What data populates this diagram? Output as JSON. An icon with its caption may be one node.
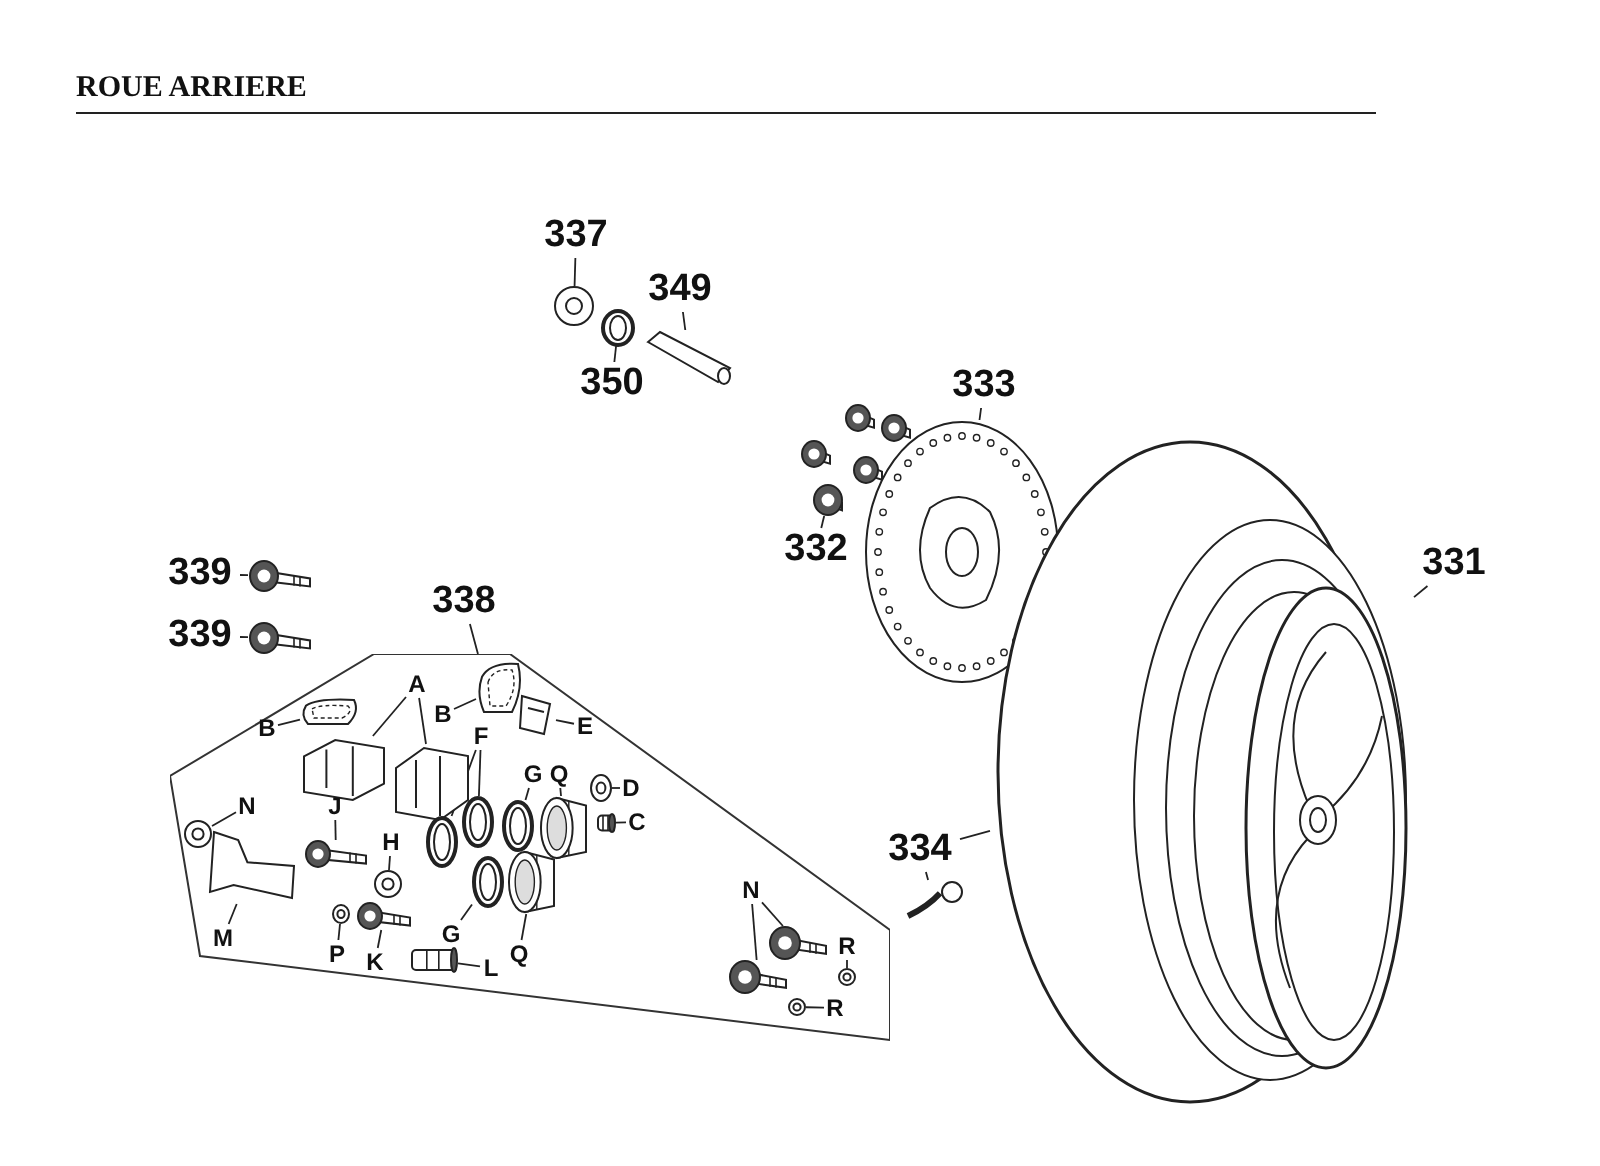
{
  "diagram": {
    "title": "ROUE ARRIERE",
    "nodes": [
      {
        "text": [
          "337"
        ]
      },
      {
        "text": [
          "349"
        ]
      },
      {
        "text": [],
        "shape": "picture"
      },
      {
        "text": [],
        "shape": "picture"
      },
      {
        "text": [],
        "shape": "picture"
      },
      {
        "text": [
          "350"
        ]
      },
      {
        "text": [
          "333"
        ]
      },
      {
        "text": [],
        "shape": "picture"
      },
      {
        "text": [],
        "shape": "picture"
      },
      {
        "text": [
          "332"
        ]
      },
      {
        "text": [
          "331"
        ]
      },
      {
        "text": [],
        "shape": "picture"
      },
      {
        "text": [
          "339"
        ]
      },
      {
        "text": [],
        "shape": "picture"
      },
      {
        "text": [
          "339"
        ]
      },
      {
        "text": [],
        "shape": "picture"
      },
      {
        "text": [
          "338"
        ]
      },
      {
        "text": [],
        "shape": "polygon"
      },
      {
        "text": [
          "A"
        ],
        "in": 17
      },
      {
        "text": [
          "B"
        ],
        "in": 17
      },
      {
        "text": [
          "B"
        ],
        "in": 17
      },
      {
        "text": [],
        "shape": "picture",
        "in": 17
      },
      {
        "text": [],
        "shape": "picture",
        "in": 17
      },
      {
        "text": [],
        "shape": "picture",
        "in": 17
      },
      {
        "text": [],
        "shape": "picture",
        "in": 17
      },
      {
        "text": [
          "E"
        ],
        "in": 17
      },
      {
        "text": [],
        "shape": "picture",
        "in": 17
      },
      {
        "text": [
          "F"
        ],
        "in": 17
      },
      {
        "text": [
          "G"
        ],
        "in": 17
      },
      {
        "text": [
          "Q"
        ],
        "in": 17
      },
      {
        "text": [],
        "shape": "picture",
        "in": 17
      },
      {
        "text": [],
        "shape": "picture",
        "in": 17
      },
      {
        "text": [],
        "shape": "picture",
        "in": 17
      },
      {
        "text": [],
        "shape": "picture",
        "in": 17
      },
      {
        "text": [
          "D"
        ],
        "in": 17
      },
      {
        "text": [],
        "shape": "picture",
        "in": 17
      },
      {
        "text": [
          "C"
        ],
        "in": 17
      },
      {
        "text": [],
        "shape": "picture",
        "in": 17
      },
      {
        "text": [
          "N"
        ],
        "in": 17
      },
      {
        "text": [],
        "shape": "picture",
        "in": 17
      },
      {
        "text": [
          "J"
        ],
        "in": 17
      },
      {
        "text": [],
        "shape": "picture",
        "in": 17
      },
      {
        "text": [
          "H"
        ],
        "in": 17
      },
      {
        "text": [],
        "shape": "picture",
        "in": 17
      },
      {
        "text": [],
        "shape": "picture",
        "in": 17
      },
      {
        "text": [
          "M"
        ],
        "in": 17
      },
      {
        "text": [
          "G"
        ],
        "in": 17
      },
      {
        "text": [],
        "shape": "picture",
        "in": 17
      },
      {
        "text": [
          "Q"
        ],
        "in": 17
      },
      {
        "text": [],
        "shape": "picture",
        "in": 17
      },
      {
        "text": [
          "P"
        ],
        "in": 17
      },
      {
        "text": [],
        "shape": "picture",
        "in": 17
      },
      {
        "text": [
          "K"
        ],
        "in": 17
      },
      {
        "text": [],
        "shape": "picture",
        "in": 17
      },
      {
        "text": [
          "L"
        ],
        "in": 17
      },
      {
        "text": [],
        "shape": "picture",
        "in": 17
      },
      {
        "text": [
          "N"
        ],
        "in": 17
      },
      {
        "text": [],
        "shape": "picture",
        "in": 17
      },
      {
        "text": [],
        "shape": "picture",
        "in": 17
      },
      {
        "text": [
          "R"
        ],
        "in": 17
      },
      {
        "text": [],
        "shape": "picture",
        "in": 17
      },
      {
        "text": [
          "R"
        ],
        "in": 17
      },
      {
        "text": [],
        "shape": "picture",
        "in": 17
      },
      {
        "text": [
          "334"
        ]
      },
      {
        "text": [],
        "shape": "picture"
      }
    ],
    "edges": [
      {
        "from": 0,
        "to": 2,
        "arrow": "none"
      },
      {
        "from": 1,
        "to": 4,
        "arrow": "none"
      },
      {
        "from": 5,
        "to": 3,
        "arrow": "none"
      },
      {
        "from": 6,
        "to": 7,
        "arrow": "none"
      },
      {
        "from": 9,
        "to": 8,
        "arrow": "none"
      },
      {
        "from": 10,
        "to": 11,
        "arrow": "none"
      },
      {
        "from": 12,
        "to": 13,
        "arrow": "none"
      },
      {
        "from": 14,
        "to": 15,
        "arrow": "none"
      },
      {
        "from": 16,
        "to": 17,
        "arrow": "none"
      },
      {
        "from": 18,
        "to": 22,
        "arrow": "none"
      },
      {
        "from": 18,
        "to": 23,
        "arrow": "none"
      },
      {
        "from": 19,
        "to": 24,
        "arrow": "none"
      },
      {
        "from": 20,
        "to": 21,
        "arrow": "none"
      },
      {
        "from": 25,
        "to": 26,
        "arrow": "none"
      },
      {
        "from": 27,
        "to": 30,
        "arrow": "none"
      },
      {
        "from": 27,
        "to": 31,
        "arrow": "none"
      },
      {
        "from": 28,
        "to": 32,
        "arrow": "none"
      },
      {
        "from": 29,
        "to": 33,
        "arrow": "none"
      },
      {
        "from": 34,
        "to": 35,
        "arrow": "none"
      },
      {
        "from": 36,
        "to": 37,
        "arrow": "none"
      },
      {
        "from": 38,
        "to": 39,
        "arrow": "none"
      },
      {
        "from": 40,
        "to": 41,
        "arrow": "none"
      },
      {
        "from": 42,
        "to": 43,
        "arrow": "none"
      },
      {
        "from": 45,
        "to": 44,
        "arrow": "none"
      },
      {
        "from": 46,
        "to": 47,
        "arrow": "none"
      },
      {
        "from": 48,
        "to": 49,
        "arrow": "none"
      },
      {
        "from": 50,
        "to": 51,
        "arrow": "none"
      },
      {
        "from": 52,
        "to": 53,
        "arrow": "none"
      },
      {
        "from": 54,
        "to": 55,
        "arrow": "none"
      },
      {
        "from": 56,
        "to": 57,
        "arrow": "none"
      },
      {
        "from": 56,
        "to": 58,
        "arrow": "none"
      },
      {
        "from": 59,
        "to": 60,
        "arrow": "none"
      },
      {
        "from": 61,
        "to": 62,
        "arrow": "none"
      },
      {
        "from": 63,
        "to": 64,
        "arrow": "none"
      },
      {
        "from": 63,
        "to": 11,
        "arrow": "none"
      }
    ]
  }
}
